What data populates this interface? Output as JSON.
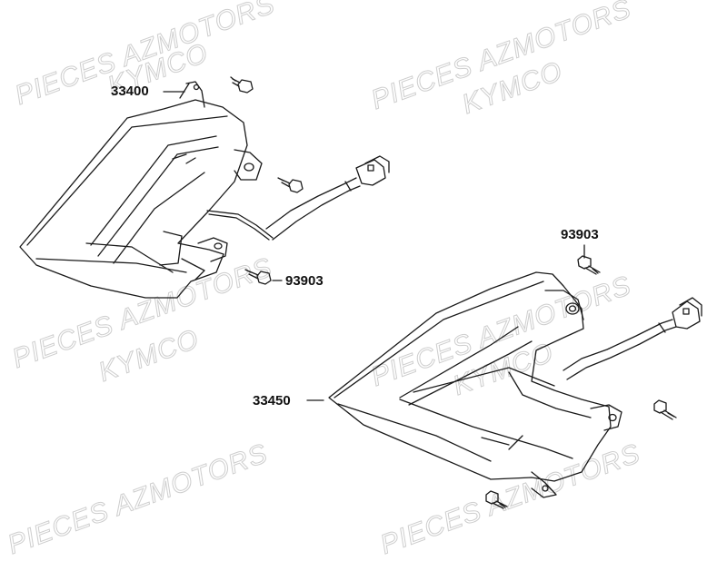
{
  "watermark": {
    "line1": "PIECES AZMOTORS",
    "line2": "KYMCO"
  },
  "parts": [
    {
      "id": "left-lamp",
      "number": "33400"
    },
    {
      "id": "left-screw-bottom",
      "number": "93903"
    },
    {
      "id": "right-screw-top",
      "number": "93903"
    },
    {
      "id": "right-lamp",
      "number": "33450"
    }
  ]
}
